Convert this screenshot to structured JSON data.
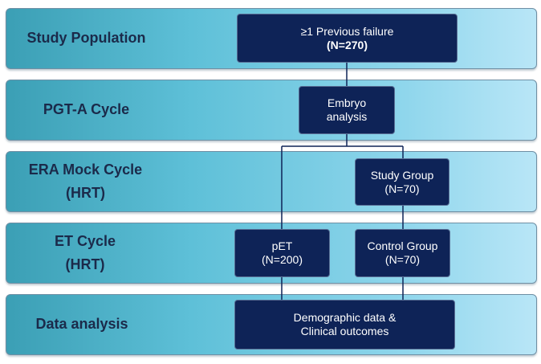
{
  "bands": [
    {
      "label": "Study Population"
    },
    {
      "label": "PGT-A Cycle"
    },
    {
      "label_line1": "ERA Mock Cycle",
      "label_line2": "(HRT)"
    },
    {
      "label_line1": "ET Cycle",
      "label_line2": "(HRT)"
    },
    {
      "label": "Data analysis"
    }
  ],
  "boxes": {
    "population": {
      "line1": "≥1 Previous failure",
      "line2": "(N=270)"
    },
    "embryo": {
      "line1": "Embryo",
      "line2": "analysis"
    },
    "study_group": {
      "line1": "Study Group",
      "line2": "(N=70)"
    },
    "pet": {
      "line1": "pET",
      "line2": "(N=200)"
    },
    "control_group": {
      "line1": "Control Group",
      "line2": "(N=70)"
    },
    "data": {
      "line1": "Demographic data &",
      "line2": "Clinical outcomes"
    }
  },
  "colors": {
    "box_fill": "#0e2357",
    "band_text": "#1b2a4a",
    "connector": "#0e2357"
  }
}
